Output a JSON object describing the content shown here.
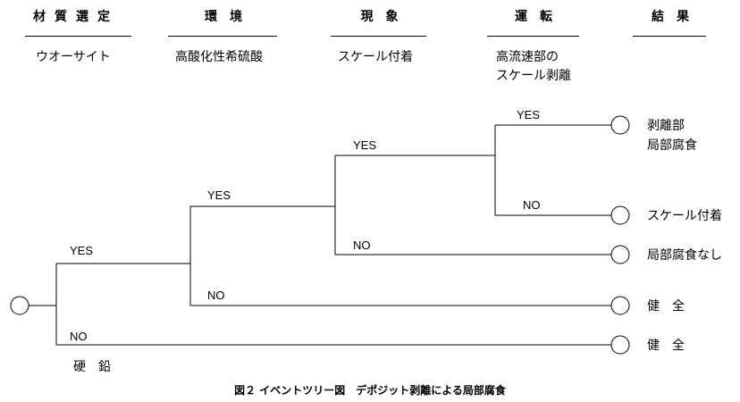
{
  "headers": {
    "material": "材質選定",
    "environment": "環　境",
    "phenomenon": "現　象",
    "operation": "運　転",
    "result": "結　果"
  },
  "conditions": {
    "material": "ウオーサイト",
    "environment": "高酸化性希硫酸",
    "phenomenon": "スケール付着",
    "operation_line1": "高流速部の",
    "operation_line2": "スケール剥離"
  },
  "branches": {
    "yes": "YES",
    "no": "NO"
  },
  "alternative": "硬　鉛",
  "outcomes": {
    "o1_line1": "剥離部",
    "o1_line2": "局部腐食",
    "o2": "スケール付着",
    "o3": "局部腐食なし",
    "o4": "健　全",
    "o5": "健　全"
  },
  "caption": "図２ イベントツリー図　デポジット剥離による局部腐食"
}
